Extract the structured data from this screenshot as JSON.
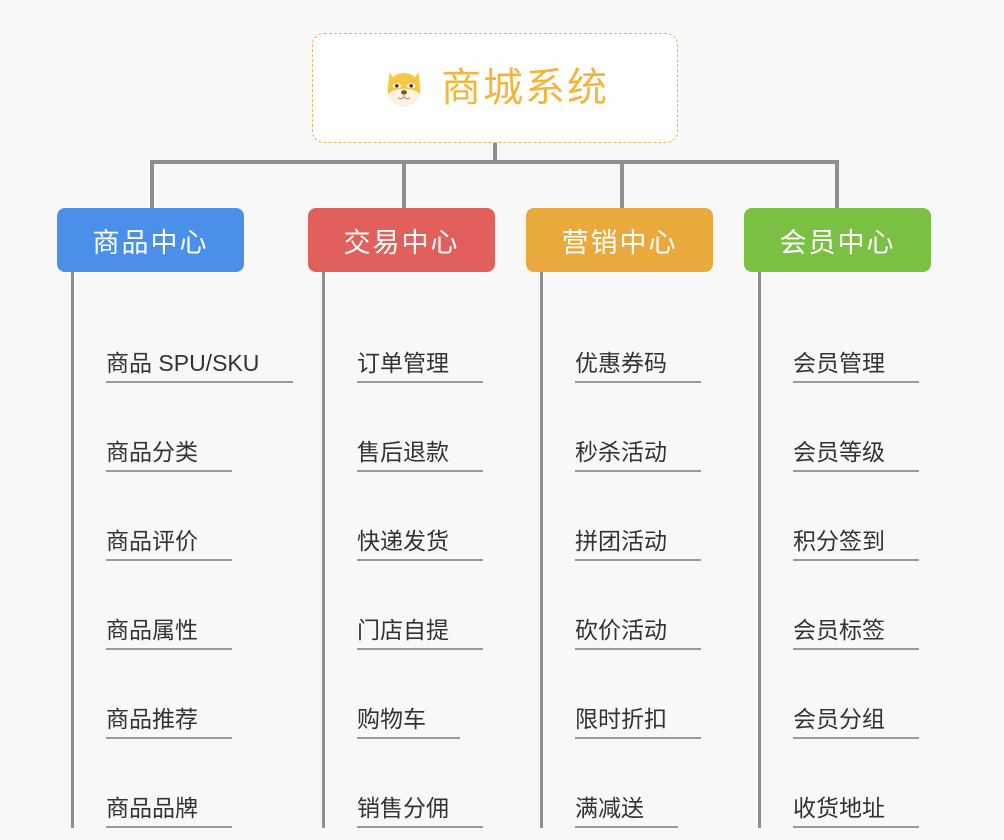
{
  "root": {
    "icon": "dog-face-emoji",
    "title": "商城系统"
  },
  "colors": {
    "background": "#f8f8f8",
    "root_border": "#e8b75f",
    "root_text": "#f2b63c",
    "connector": "#8f8f8f",
    "leaf_text": "#333333",
    "leaf_rule": "#9a9a9a",
    "branch_1": "#4a90e8",
    "branch_2": "#e2605c",
    "branch_3": "#eaa93c",
    "branch_4": "#7ac143"
  },
  "branches": [
    {
      "title": "商品中心",
      "color": "#4a90e8",
      "items": [
        "商品 SPU/SKU",
        "商品分类",
        "商品评价",
        "商品属性",
        "商品推荐",
        "商品品牌"
      ]
    },
    {
      "title": "交易中心",
      "color": "#e2605c",
      "items": [
        "订单管理",
        "售后退款",
        "快递发货",
        "门店自提",
        "购物车",
        "销售分佣"
      ]
    },
    {
      "title": "营销中心",
      "color": "#eaa93c",
      "items": [
        "优惠券码",
        "秒杀活动",
        "拼团活动",
        "砍价活动",
        "限时折扣",
        "满减送"
      ]
    },
    {
      "title": "会员中心",
      "color": "#7ac143",
      "items": [
        "会员管理",
        "会员等级",
        "积分签到",
        "会员标签",
        "会员分组",
        "收货地址"
      ]
    }
  ]
}
